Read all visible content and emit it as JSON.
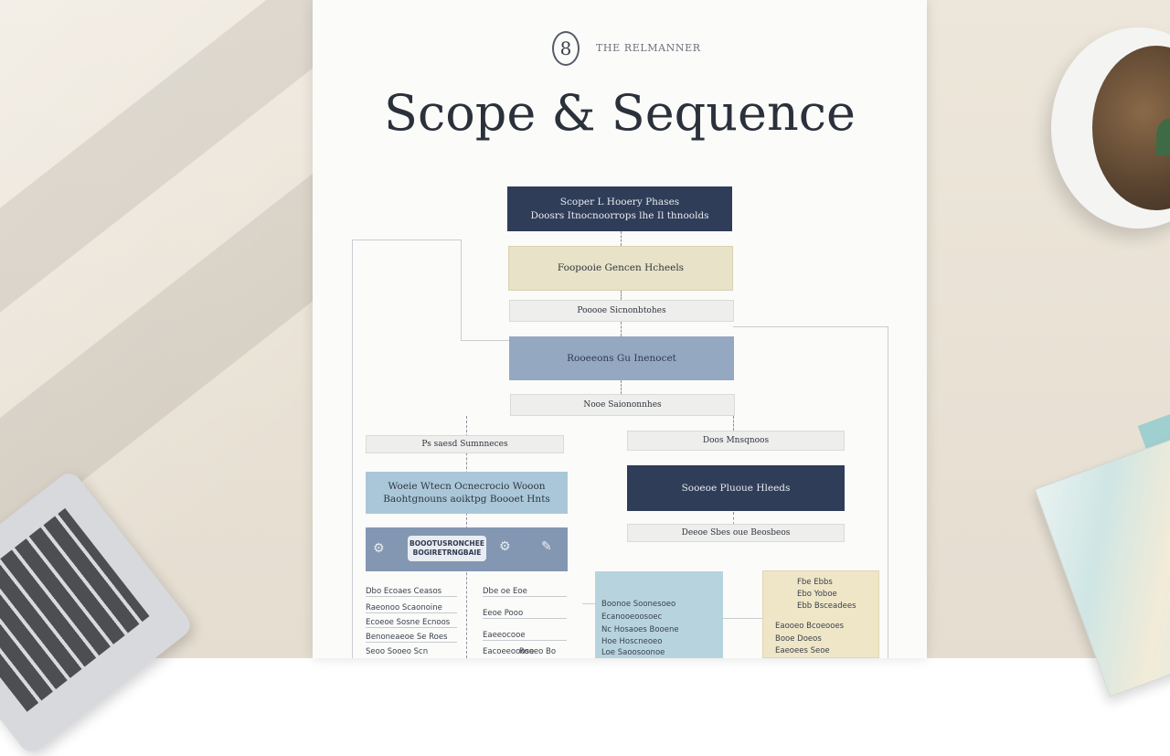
{
  "document": {
    "brand_mark": "8",
    "brand_name": "ТHЕ RELMANNER",
    "title": "Scope & Sequence"
  },
  "flowchart": {
    "top_box": "Scoper L Hooery Phases\nDoosrs Itnocnoorrops lhe Il thnoolds",
    "box2": "Foopooie Gencen Hcheels",
    "strip1": "Pooooe Sicnonbtohes",
    "box3": "Rooeeons Gu Inenocet",
    "strip2": "Nooe Saiononnhes",
    "left_strip": "Ps saesd Sumnneces",
    "left_box": "Woeie Wtecn Ocnecrocio Wooon\nBaohtgnouns aoiktpg Boooet Hnts",
    "left_dark_inner": "BOOOTUSRONCHEE\nBOGIRETRNGBAIE",
    "right_strip": "Doos Mnsqnoos",
    "right_navy": "Sooeoe Pluoue Hleeds",
    "right_strip2": "Deeoe Sbes oue Beosbeos",
    "list_left": [
      "Dbo Ecoaes Ceasos",
      "Raeonoo Scaonoine",
      "Ecoeoe Sosne Ecnoos",
      "Benoneaeoe Se Roes",
      "Seoo Sooeo Scn"
    ],
    "list_mid": [
      "Dbe oe Eoe",
      "Eeoe Pooo",
      "Eaeeocooe",
      "Eacoeeooose",
      "Rooeo Bo"
    ],
    "pale_box_lines": [
      "Boonoe Soonesoeo",
      "Ecanooeoosoec",
      "Nc Hosaoes Booene",
      "Hoe Hoscneoeo",
      "Loe Saoosoonoe"
    ],
    "cream_box_lines": [
      "Fbe Ebbs",
      "Ebo Yoboe",
      "Ebb Bsceadees",
      "Eaooeo Bcoeooes",
      "Booe Doeos",
      "Eaeoees Seoe"
    ]
  },
  "colors": {
    "navy": "#2f3d58",
    "tan": "#e8e3c8",
    "slate": "#95a8c2",
    "light_blue": "#aac7d9",
    "desk": "#e8e0d3"
  },
  "icons": [
    "monogram-icon",
    "gear-icon",
    "pen-icon"
  ]
}
